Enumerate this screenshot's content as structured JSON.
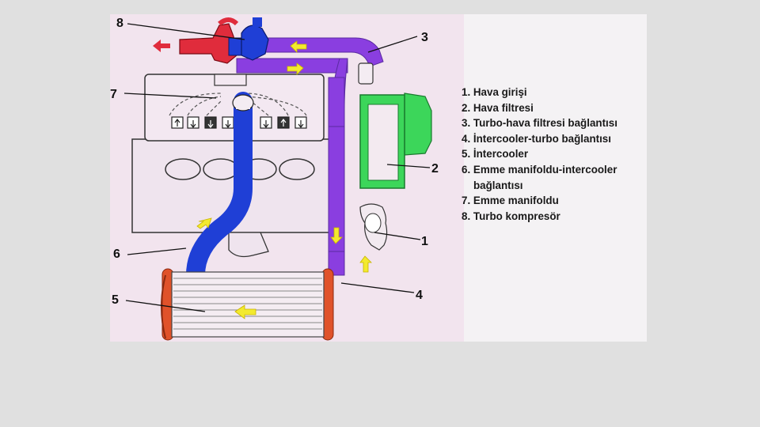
{
  "callouts": [
    "1",
    "2",
    "3",
    "4",
    "5",
    "6",
    "7",
    "8"
  ],
  "legend": {
    "items": [
      {
        "label": "1. Hava girişi"
      },
      {
        "label": "2. Hava filtresi"
      },
      {
        "label": "3. Turbo-hava filtresi bağlantısı"
      },
      {
        "label": "4. İntercooler-turbo bağlantısı"
      },
      {
        "label": "5. İntercooler"
      },
      {
        "label": "6. Emme manifoldu-intercooler",
        "continuation": "bağlantısı"
      },
      {
        "label": "7. Emme manifoldu"
      },
      {
        "label": "8. Turbo kompresör"
      }
    ]
  },
  "colors": {
    "background": "#e0e0e0",
    "diagram_bg": "#f2e4ee",
    "hot_pipe": "#e02c3c",
    "cold_pipe_blue": "#1f3fd6",
    "purple_duct": "#8a3ee0",
    "air_filter": "#3cd65a",
    "intercooler": "#e0522a",
    "flow_arrow": "#f3ea2e"
  },
  "icons": [
    "flow-arrow-icon",
    "exhaust-arrow-icon",
    "valve-arrow-icon"
  ]
}
